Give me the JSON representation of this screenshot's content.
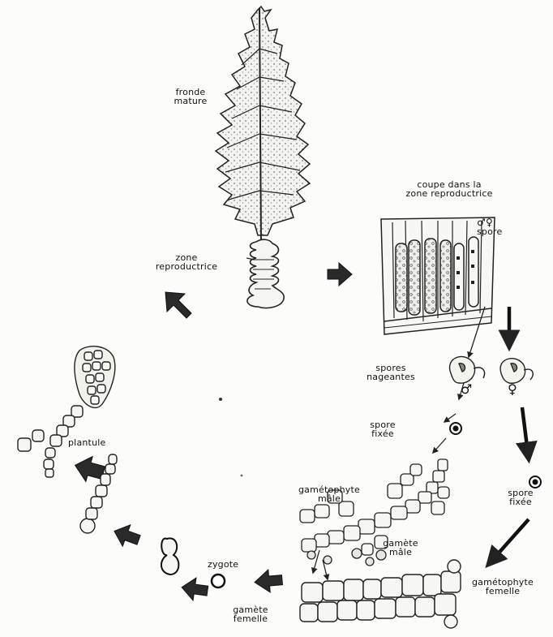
{
  "labels": {
    "fronde": "fronde\nmature",
    "zone_repro": "zone\nreproductrice",
    "coupe": "coupe dans la\nzone reproductrice",
    "spore_mf": "spore",
    "spores_nageantes": "spores\nnageantes",
    "spore_fixee_left": "spore\nfixée",
    "spore_fixee_right": "spore\nfixée",
    "gametophyte_male": "gamétophyte\nmâle",
    "gamete_male": "gamète\nmâle",
    "gametophyte_femelle": "gamétophyte\nfemelle",
    "gamete_femelle": "gamète\nfemelle",
    "zygote": "zygote",
    "plantule": "plantule"
  },
  "symbols": {
    "male": "♂",
    "female": "♀",
    "male_female": "♂♀"
  }
}
